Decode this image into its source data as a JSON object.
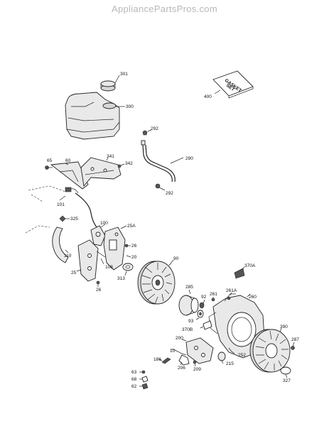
{
  "watermark": "AppliancePartsPros.com",
  "gasket_set_text": [
    "GASKET",
    "SET"
  ],
  "labels": {
    "p301": "301",
    "p300": "300",
    "p400": "400",
    "p292a": "292",
    "p290": "290",
    "p292b": "292",
    "p65": "65",
    "p60": "60",
    "p341": "341",
    "p342": "342",
    "p101": "101",
    "p325": "325",
    "p110": "110",
    "p100": "100",
    "p25A": "25A",
    "p26a": "26",
    "p20": "20",
    "p108": "108",
    "p25": "25",
    "p313": "313",
    "p26b": "26",
    "p90": "90",
    "p370A": "370A",
    "p285": "285",
    "p92": "92",
    "p261": "261",
    "p261A": "261A",
    "p260": "260",
    "p93": "93",
    "p370B": "370B",
    "p390": "390",
    "p200": "200",
    "p10": "10",
    "p186": "186",
    "p206": "206",
    "p209": "209",
    "p215": "215",
    "p252": "252",
    "p287": "287",
    "p63": "63",
    "p68": "68",
    "p62": "62",
    "p327": "327"
  }
}
